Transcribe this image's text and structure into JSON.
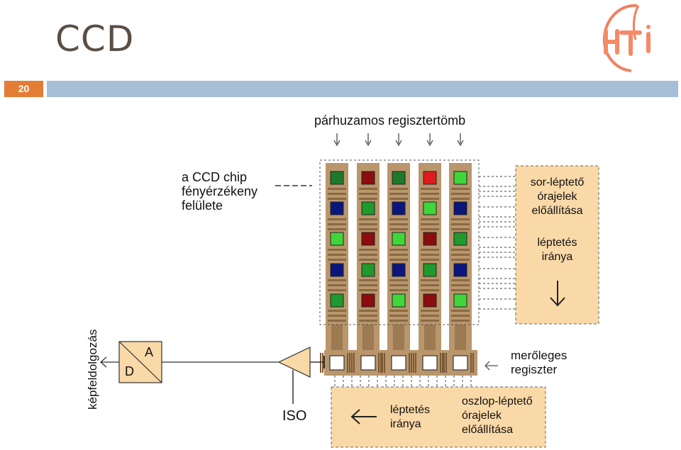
{
  "slide": {
    "title": "CCD",
    "page_number": "20"
  },
  "diagram": {
    "top_label": "párhuzamos regisztertömb",
    "chip_label": [
      "a CCD chip",
      "fényérzékeny",
      "felülete"
    ],
    "row_clock": [
      "sor-léptető",
      "órajelek",
      "előállítása"
    ],
    "row_direction": [
      "léptetés",
      "iránya"
    ],
    "serial_register": [
      "merőleges",
      "regiszter"
    ],
    "column_direction": [
      "léptetés",
      "iránya"
    ],
    "column_clock": [
      "oszlop-léptető",
      "órajelek",
      "előállítása"
    ],
    "iso_label": "ISO",
    "adc": {
      "a": "A",
      "d": "D"
    },
    "processing_label": "képfeldolgozás",
    "pixel_grid": [
      [
        "green-dark",
        "red-dark",
        "green-dark",
        "red",
        "green-light"
      ],
      [
        "blue",
        "green",
        "blue",
        "green-light",
        "blue"
      ],
      [
        "green-light",
        "red-dark",
        "green-light",
        "red-dark",
        "green"
      ],
      [
        "blue",
        "green",
        "blue",
        "green",
        "blue"
      ],
      [
        "green",
        "red-dark",
        "green-light",
        "red-dark",
        "green-light"
      ]
    ],
    "colors": {
      "green-dark": "#1d7a2a",
      "green": "#1f9a2c",
      "green-light": "#3fd63a",
      "red": "#e01b1b",
      "red-dark": "#8b0d0d",
      "blue": "#0a167e",
      "column": "#b9966c",
      "panel": "#fad9a8",
      "title_bar": "#a6bfd6",
      "page_badge": "#e37c35"
    }
  }
}
